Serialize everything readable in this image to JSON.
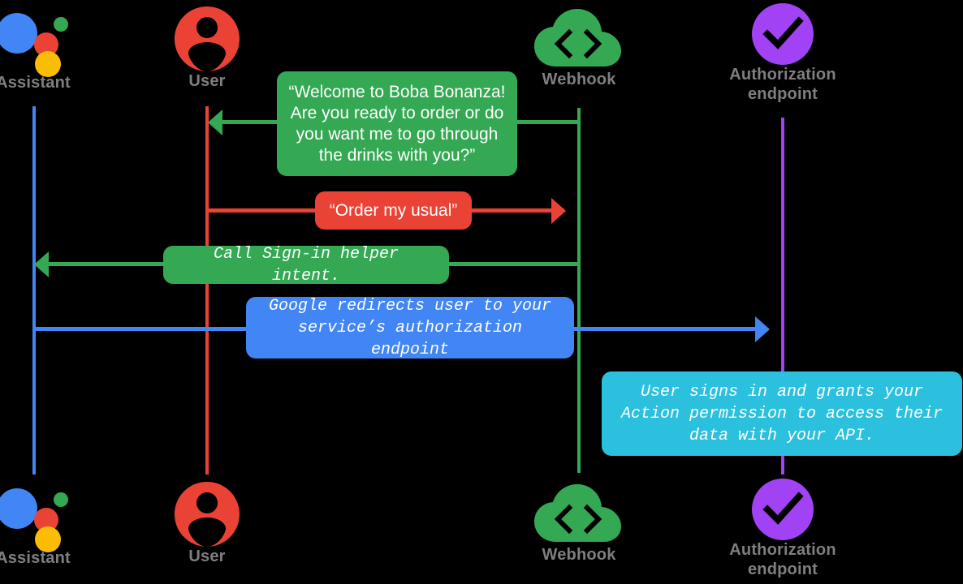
{
  "diagram": {
    "title": "Account linking sequence diagram",
    "background": "#000000",
    "label_color": "#7f7f7f"
  },
  "colors": {
    "assistant_blue": "#4285F4",
    "user_red": "#EA4335",
    "webhook_green": "#34A853",
    "auth_purple": "#A142F4",
    "bubble_cyan": "#2BC0DE",
    "google_yellow": "#FBBC05",
    "white": "#FFFFFF"
  },
  "actors": [
    {
      "id": "assistant",
      "label": "Assistant",
      "icon": "google-assistant-dots-icon",
      "lifeline_color": "#4285F4"
    },
    {
      "id": "user",
      "label": "User",
      "icon": "user-avatar-icon",
      "lifeline_color": "#EA4335"
    },
    {
      "id": "webhook",
      "label": "Webhook",
      "icon": "cloud-code-icon",
      "lifeline_color": "#34A853"
    },
    {
      "id": "authorization",
      "label": "Authorization\nendpoint",
      "icon": "purple-check-circle-icon",
      "lifeline_color": "#A142F4"
    }
  ],
  "messages": [
    {
      "id": "welcome",
      "text": "“Welcome to Boba Bonanza! Are you ready to order or do you want me to go through the drinks with you?”",
      "from": "webhook",
      "to": "user",
      "direction": "left",
      "color": "#34A853",
      "style": "sans"
    },
    {
      "id": "order",
      "text": "“Order my usual”",
      "from": "user",
      "to": "webhook",
      "direction": "right",
      "color": "#EA4335",
      "style": "sans"
    },
    {
      "id": "signin-helper",
      "text": "Call Sign-in helper intent.",
      "from": "webhook",
      "to": "assistant",
      "direction": "left",
      "color": "#34A853",
      "style": "mono"
    },
    {
      "id": "redirect",
      "text": "Google redirects user to your service’s authorization endpoint",
      "from": "assistant",
      "to": "authorization",
      "direction": "right",
      "color": "#4285F4",
      "style": "mono"
    },
    {
      "id": "grant",
      "text": "User signs in and grants your Action permission to access their data with your API.",
      "from": "authorization",
      "to": "authorization",
      "direction": "none",
      "color": "#2BC0DE",
      "style": "mono"
    }
  ]
}
